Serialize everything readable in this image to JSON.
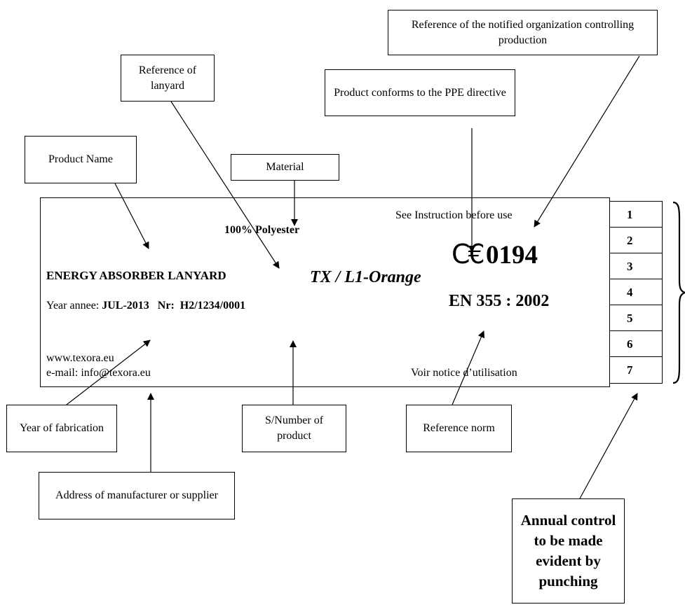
{
  "callouts": {
    "notified_org": "Reference of the notified organization controlling production",
    "conformity": "Product conforms to the PPE directive",
    "reference_lanyard": "Reference of lanyard",
    "product_name": "Product Name",
    "material": "Material",
    "year_fabrication": "Year of fabrication",
    "address": "Address of manufacturer or supplier",
    "serial_number": "S/Number of product",
    "reference_norm": "Reference norm",
    "annual_control": "Annual control to be made evident by punching"
  },
  "label": {
    "instruction_en": "See Instruction before use",
    "material_value": "100% Polyester",
    "ce_mark": "C€",
    "notified_body_number": "0194",
    "product_name_value": "ENERGY ABSORBER LANYARD",
    "reference_value": "TX / L1-Orange",
    "norm_value": "EN 355 : 2002",
    "year_label": "Year annee:",
    "year_value": "JUL-2013",
    "nr_label": "Nr:",
    "nr_value": "H2/1234/0001",
    "website": "www.texora.eu",
    "email": "e-mail: info@texora.eu",
    "instruction_fr": "Voir notice d’utilisation"
  },
  "punch_boxes": [
    "1",
    "2",
    "3",
    "4",
    "5",
    "6",
    "7"
  ]
}
